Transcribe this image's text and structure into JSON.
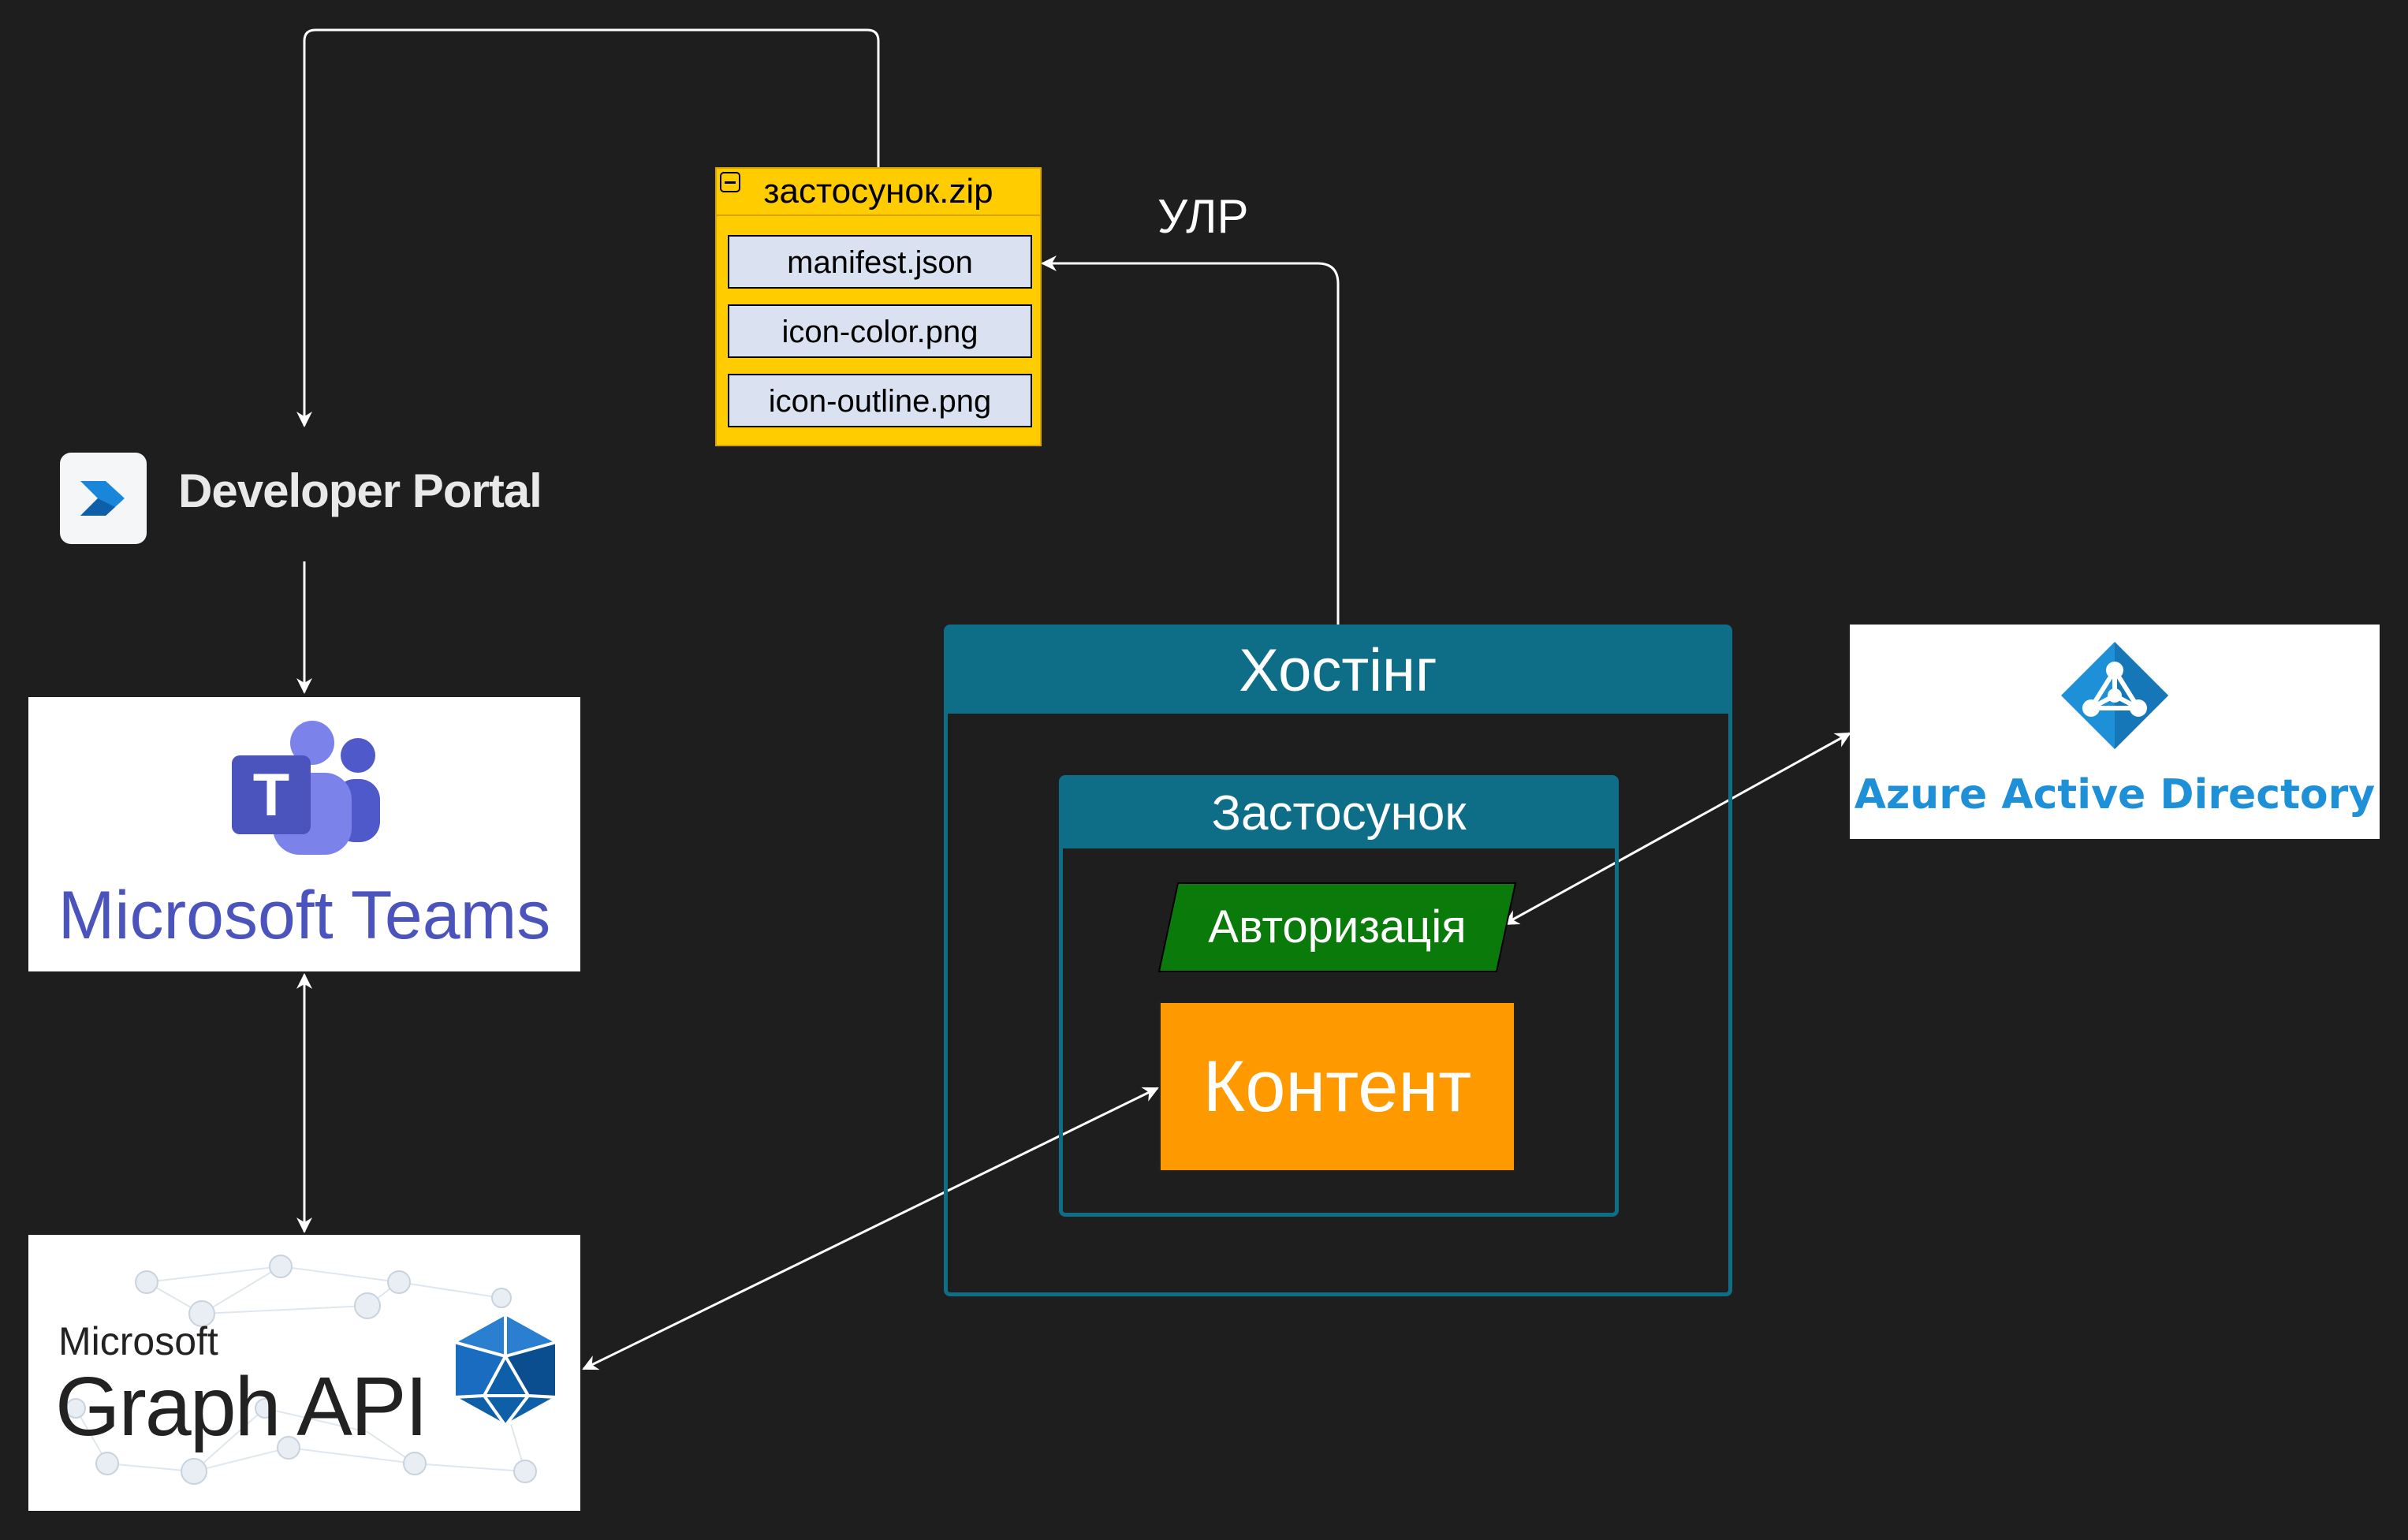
{
  "zip": {
    "title": "застосунок.zip",
    "files": [
      "manifest.json",
      "icon-color.png",
      "icon-outline.png"
    ]
  },
  "edge_label": "УЛР",
  "developer_portal": {
    "label": "Developer Portal"
  },
  "teams": {
    "label": "Microsoft Teams"
  },
  "graph": {
    "brand": "Microsoft",
    "label": "Graph API"
  },
  "hosting": {
    "title": "Хостінг"
  },
  "app": {
    "title": "Застосунок",
    "auth": "Авторизація",
    "content": "Контент"
  },
  "azure": {
    "label": "Azure Active Directory"
  },
  "colors": {
    "background": "#1e1e1e",
    "container": "#0f6e87",
    "zip": "#ffcc00",
    "file": "#dae1f0",
    "auth": "#0a7a0a",
    "content": "#ff9900",
    "teams": "#4b53bc",
    "azure": "#1e90d8"
  }
}
